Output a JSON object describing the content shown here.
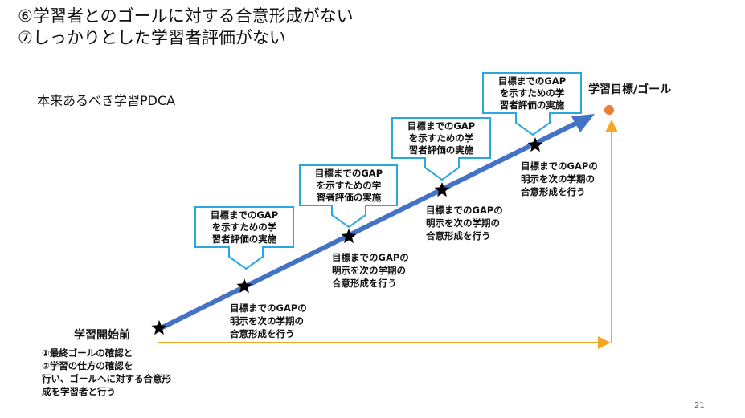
{
  "title": {
    "line1": "⑥学習者とのゴールに対する合意形成がない",
    "line2": "⑦しっかりとした学習者評価がない"
  },
  "subtitle": "本来あるべき学習PDCA",
  "goal_label": "学習目標/ゴール",
  "start_label": "学習開始前",
  "start_notes": [
    "①最終ゴールの確認と",
    "②学習の仕方の確認を",
    "行い、ゴールへに対する合意形",
    "成を学習者と行う"
  ],
  "callouts": [
    {
      "lines": [
        "目標までのGAP",
        "を示すための学",
        "習者評価の実施"
      ]
    },
    {
      "lines": [
        "目標までのGAP",
        "を示すための学",
        "習者評価の実施"
      ]
    },
    {
      "lines": [
        "目標までのGAP",
        "を示すための学",
        "習者評価の実施"
      ]
    },
    {
      "lines": [
        "目標までのGAP",
        "を示すための学",
        "習者評価の実施"
      ]
    }
  ],
  "notes": [
    {
      "lines": [
        "目標までのGAPの",
        "明示を次の学期の",
        "合意形成を行う"
      ]
    },
    {
      "lines": [
        "目標までのGAPの",
        "明示を次の学期の",
        "合意形成を行う"
      ]
    },
    {
      "lines": [
        "目標までのGAPの",
        "明示を次の学期の",
        "合意形成を行う"
      ]
    },
    {
      "lines": [
        "目標までのGAPの",
        "明示を次の学期の",
        "合意形成を行う"
      ]
    }
  ],
  "page_number": "21",
  "colors": {
    "arrow": "#4472c4",
    "callout_border": "#29a8e0",
    "orange": "#f5a623",
    "goal_dot": "#ed7d31"
  }
}
